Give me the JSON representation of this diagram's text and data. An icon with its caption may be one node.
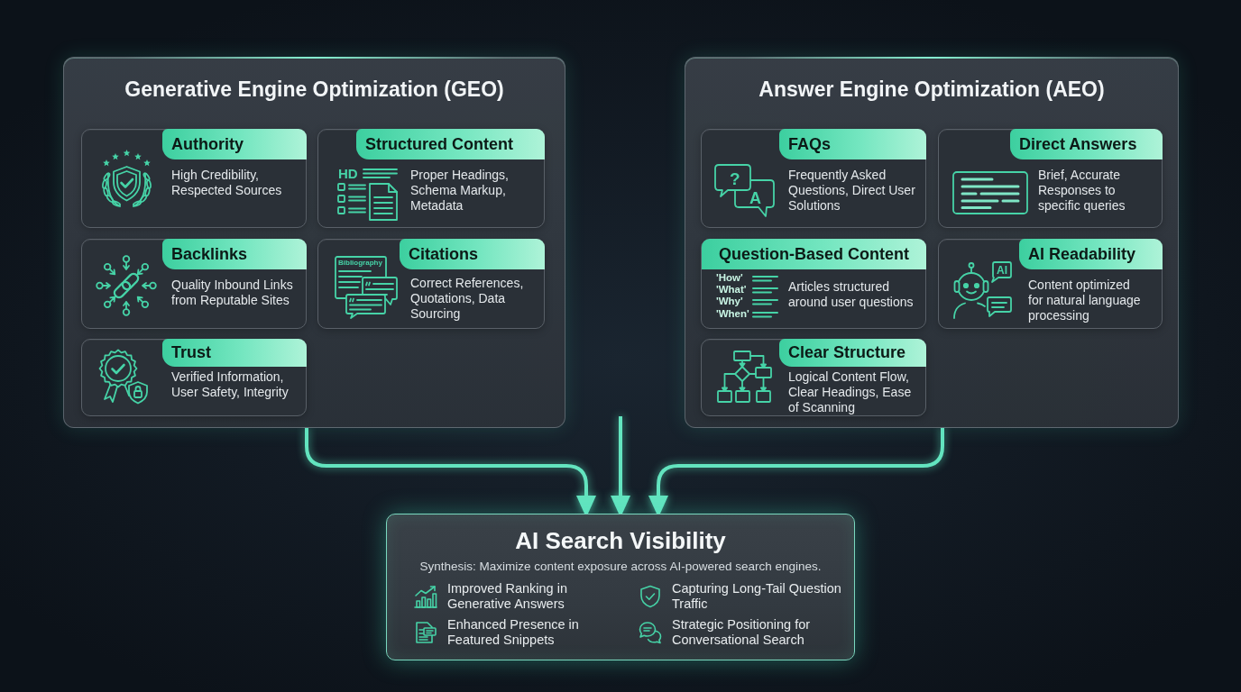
{
  "diagram": {
    "nodes": [
      {
        "text": [
          "Generative Engine Optimization (GEO)"
        ]
      },
      {
        "text": [
          "Authority",
          "High Credibility, Respected Sources"
        ],
        "in": 0
      },
      {
        "text": [
          "Structured Content",
          "Proper Headings, Schema Markup, Metadata"
        ],
        "in": 0
      },
      {
        "text": [
          "Backlinks",
          "Quality Inbound Links from Reputable Sites"
        ],
        "in": 0
      },
      {
        "text": [
          "Citations",
          "Correct References, Quotations, Data Sourcing"
        ],
        "in": 0
      },
      {
        "text": [
          "Trust",
          "Verified Information, User Safety, Integrity"
        ],
        "in": 0
      },
      {
        "text": [
          "Answer Engine Optimization (AEO)"
        ]
      },
      {
        "text": [
          "FAQs",
          "Frequently Asked Questions, Direct User Solutions"
        ],
        "in": 6
      },
      {
        "text": [
          "Direct Answers",
          "Brief, Accurate Responses to specific queries"
        ],
        "in": 6
      },
      {
        "text": [
          "Question-Based Content",
          "Articles structured around user questions"
        ],
        "in": 6
      },
      {
        "text": [
          "AI Readability",
          "Content optimized for natural language processing"
        ],
        "in": 6
      },
      {
        "text": [
          "Clear Structure",
          "Logical Content Flow, Clear Headings, Ease of Scanning"
        ],
        "in": 6
      },
      {
        "text": [
          "AI Search Visibility",
          "Synthesis: Maximize content exposure across AI-powered search engines.",
          "Improved Ranking in Generative Answers",
          "Capturing Long-Tail Question Traffic",
          "Enhanced Presence in Featured Snippets",
          "Strategic Positioning for Conversational Search"
        ]
      }
    ],
    "edges": [
      {
        "from": 0,
        "to": 12,
        "arrow": "to"
      },
      {
        "from": 6,
        "to": 12,
        "arrow": "to"
      },
      {
        "from": null,
        "to": 12,
        "arrow": "to"
      }
    ],
    "labels": [
      "HD",
      "Bibliography",
      "?",
      "A",
      "'How'",
      "'What'",
      "'Why'",
      "'When'",
      "AI"
    ]
  }
}
